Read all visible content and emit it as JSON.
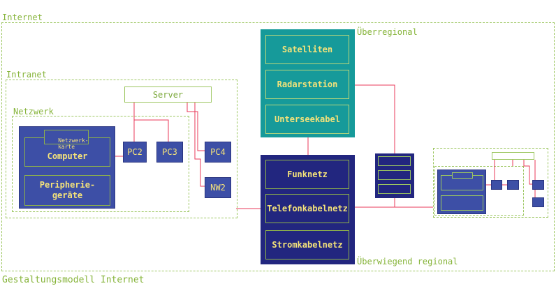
{
  "top_text": "Internet",
  "labels": {
    "ueberregional": "Überregional",
    "intranet": "Intranet",
    "netzwerk": "Netzwerk",
    "ueberwiegend_regional": "Überwiegend regional",
    "footer_title": "Gestaltungsmodell Internet"
  },
  "server": "Server",
  "computer_block": {
    "netzwerkkarte": "Netzwerk-\nkarte",
    "computer": "Computer",
    "peripherie": "Peripherie-\ngeräte"
  },
  "nodes": {
    "pc2": "PC2",
    "pc3": "PC3",
    "pc4": "PC4",
    "nw2": "NW2"
  },
  "ueberregional_items": [
    "Satelliten",
    "Radarstation",
    "Unterseekabel"
  ],
  "regional_items": [
    "Funknetz",
    "Telefonkabelnetz",
    "Stromkabelnetz"
  ],
  "colors": {
    "dash_green": "#9cc660",
    "label_green": "#86b43a",
    "line_red": "#e8385a",
    "teal": "#169a9a",
    "navy": "#22267f",
    "blue": "#3d4fa6",
    "text_yellow": "#f5e37a"
  }
}
